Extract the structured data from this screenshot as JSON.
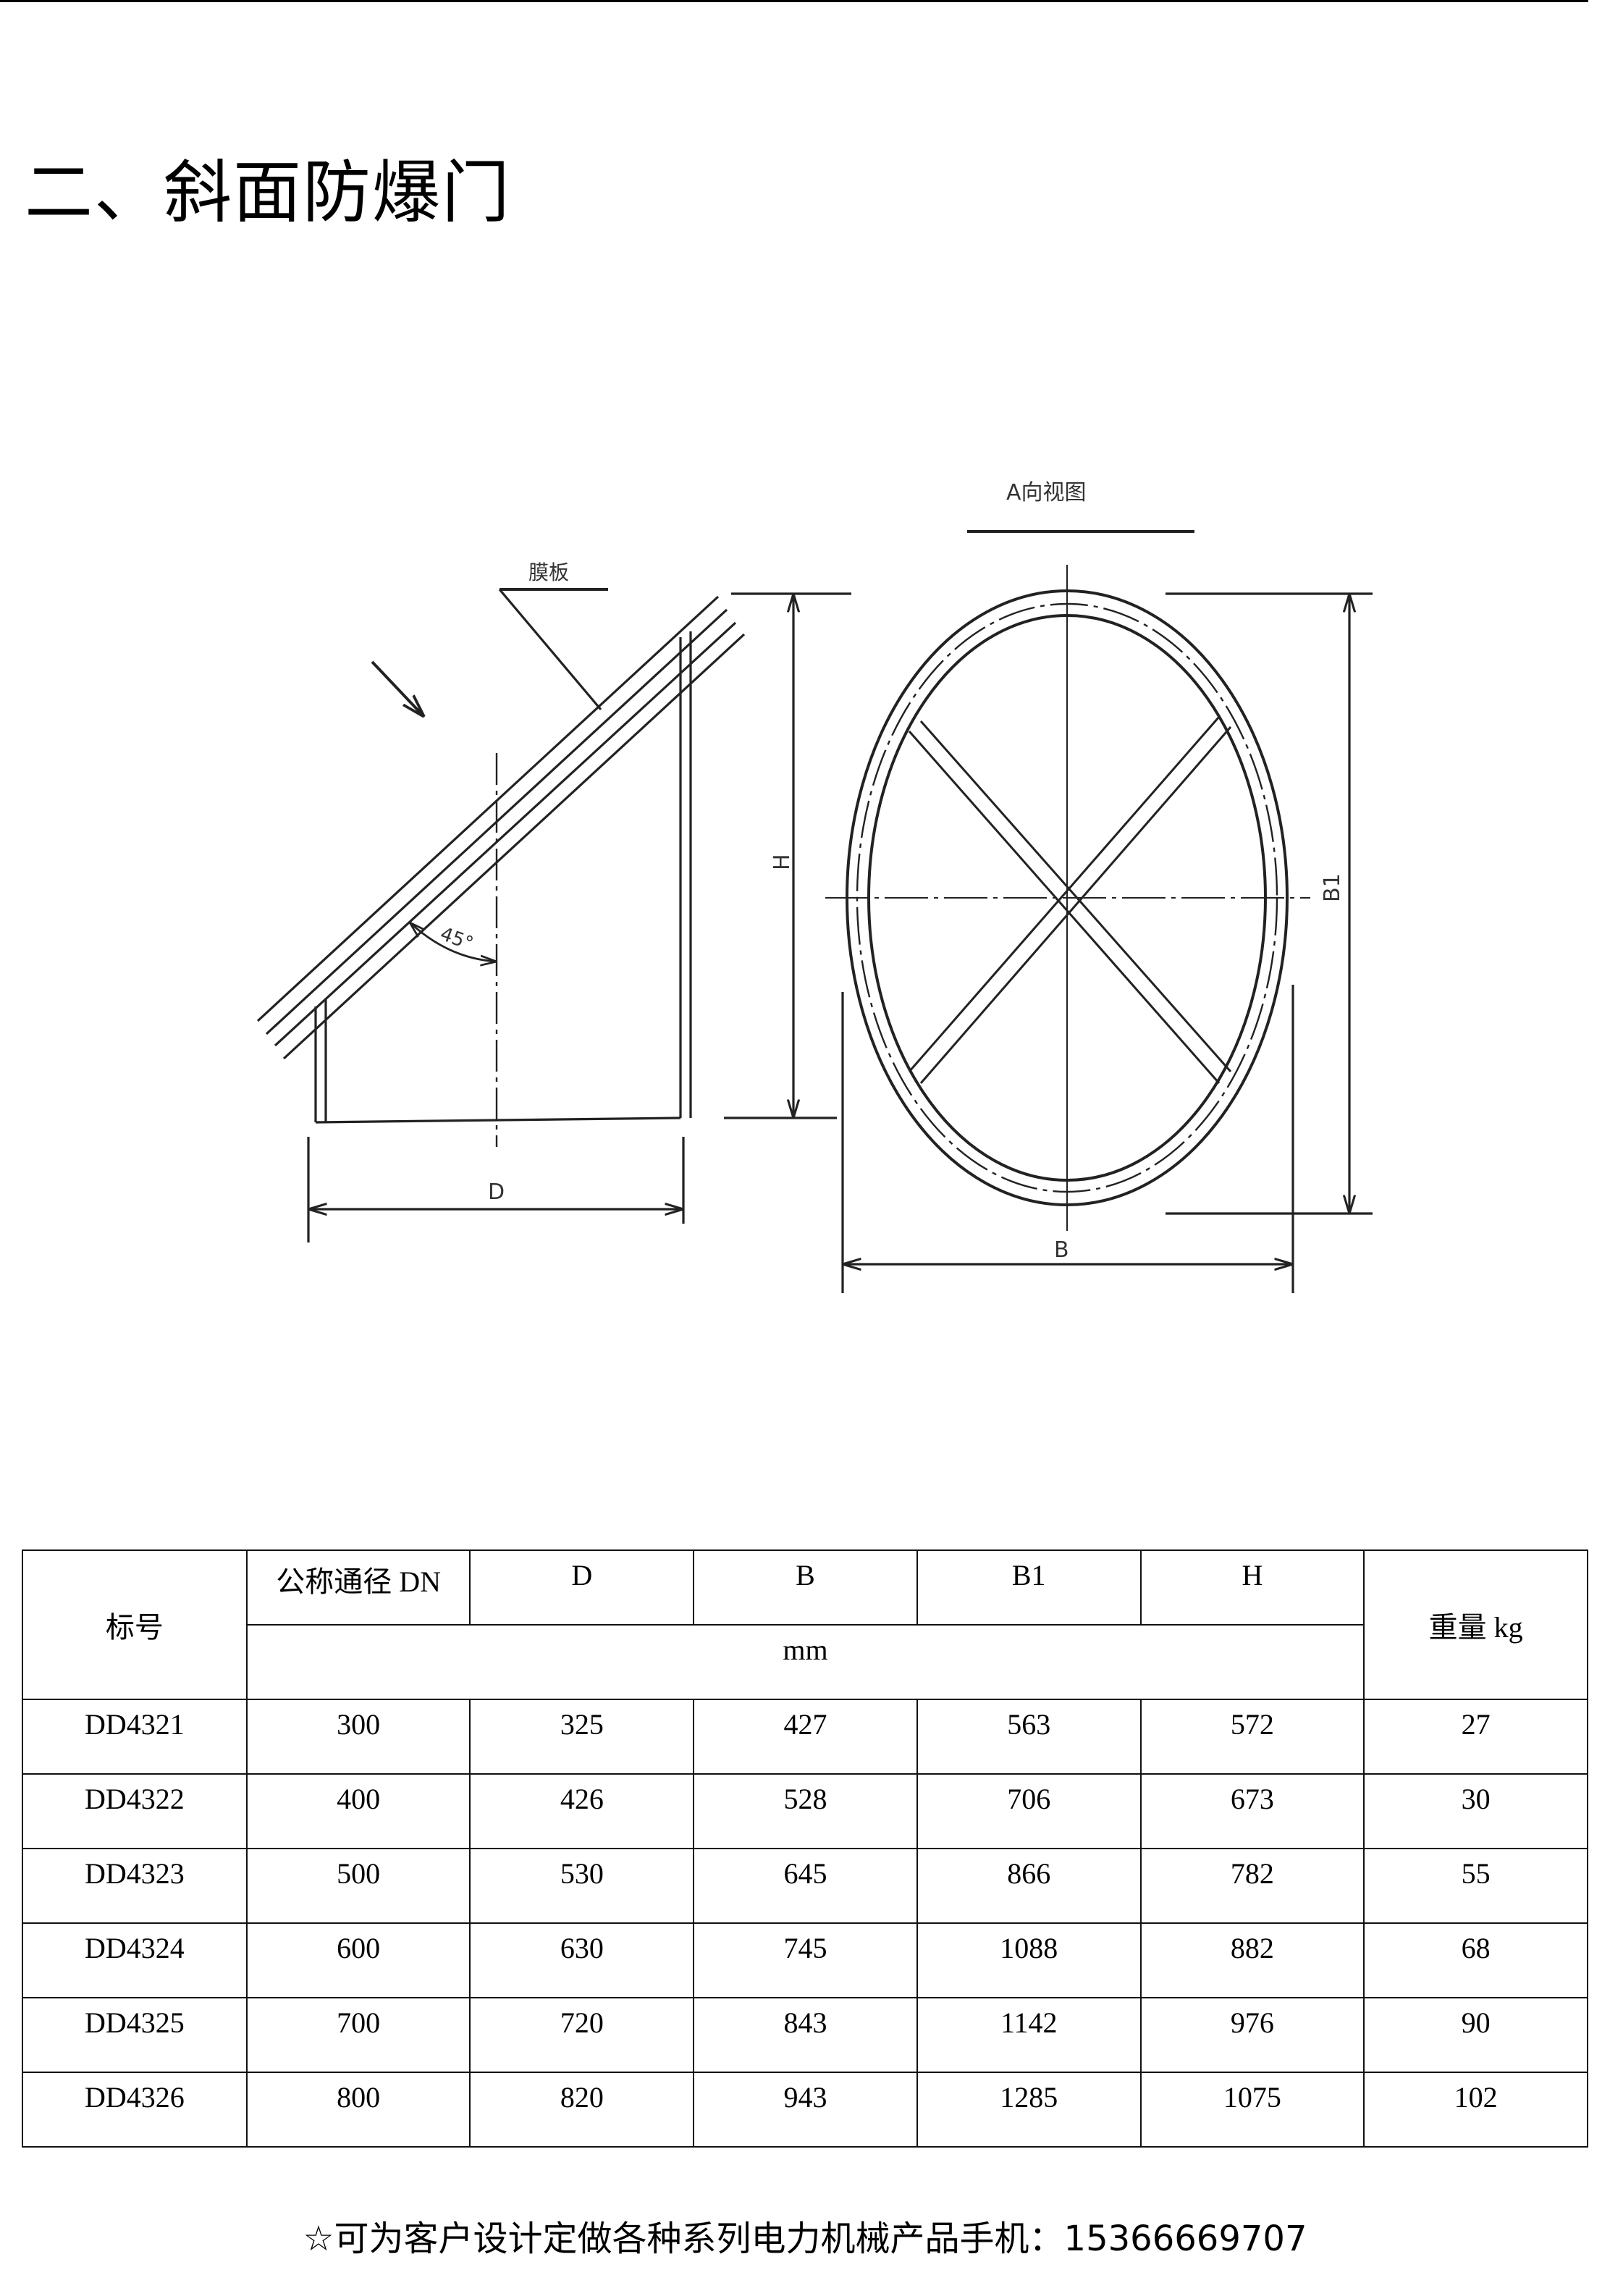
{
  "page": {
    "title": "二、斜面防爆门",
    "footer": "☆可为客户设计定做各种系列电力机械产品手机：15366669707"
  },
  "drawing": {
    "side_view": {
      "membrane_label": "膜板",
      "angle_label": "45°",
      "height_label": "H",
      "diameter_label": "D"
    },
    "front_view": {
      "title": "A向视图",
      "width_label": "B",
      "height_label": "B1"
    }
  },
  "table": {
    "headers": {
      "code": "标号",
      "dn": "公称通径 DN",
      "d": "D",
      "b": "B",
      "b1": "B1",
      "h": "H",
      "weight": "重量 kg",
      "unit": "mm"
    },
    "rows": [
      [
        "DD4321",
        "300",
        "325",
        "427",
        "563",
        "572",
        "27"
      ],
      [
        "DD4322",
        "400",
        "426",
        "528",
        "706",
        "673",
        "30"
      ],
      [
        "DD4323",
        "500",
        "530",
        "645",
        "866",
        "782",
        "55"
      ],
      [
        "DD4324",
        "600",
        "630",
        "745",
        "1088",
        "882",
        "68"
      ],
      [
        "DD4325",
        "700",
        "720",
        "843",
        "1142",
        "976",
        "90"
      ],
      [
        "DD4326",
        "800",
        "820",
        "943",
        "1285",
        "1075",
        "102"
      ]
    ]
  }
}
